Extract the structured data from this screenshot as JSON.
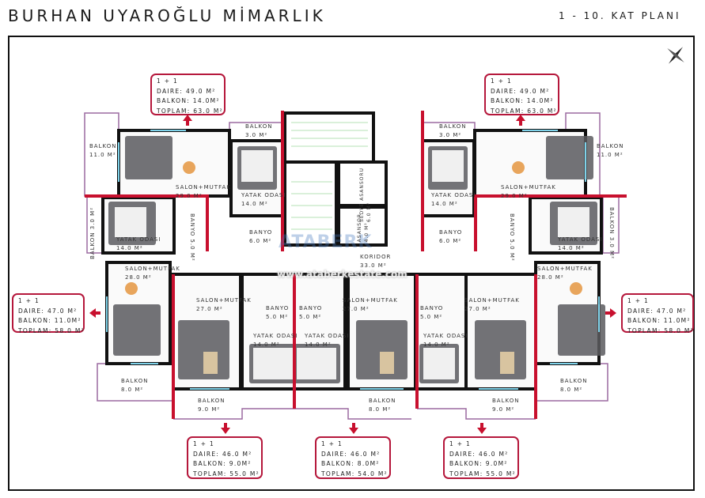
{
  "header": {
    "title": "BURHAN UYAROĞLU MİMARLIK",
    "plan_label": "1 - 10. KAT PLANI"
  },
  "watermark": {
    "brand": "ATABERK",
    "url": "www.ataberkestate.com"
  },
  "colors": {
    "accent": "#c8102e",
    "balcony_outline": "#9b6aa0",
    "wall": "#111111",
    "window": "#7fd3ea"
  },
  "units": [
    {
      "id": "top-left",
      "type": "1 + 1",
      "daire": "DAIRE: 49.0 M²",
      "balkon": "BALKON: 14.0M²",
      "toplam": "TOPLAM: 63.0 M²"
    },
    {
      "id": "top-right",
      "type": "1 + 1",
      "daire": "DAIRE: 49.0 M²",
      "balkon": "BALKON: 14.0M²",
      "toplam": "TOPLAM: 63.0 M²"
    },
    {
      "id": "left",
      "type": "1 + 1",
      "daire": "DAIRE: 47.0 M²",
      "balkon": "BALKON: 11.0M²",
      "toplam": "TOPLAM: 58.0 M²"
    },
    {
      "id": "right",
      "type": "1 + 1",
      "daire": "DAIRE: 47.0 M²",
      "balkon": "BALKON: 11.0M²",
      "toplam": "TOPLAM: 58.0 M²"
    },
    {
      "id": "bottom-left",
      "type": "1 + 1",
      "daire": "DAIRE: 46.0 M²",
      "balkon": "BALKON: 9.0M²",
      "toplam": "TOPLAM: 55.0 M²"
    },
    {
      "id": "bottom-center",
      "type": "1 + 1",
      "daire": "DAIRE: 46.0 M²",
      "balkon": "BALKON: 8.0M²",
      "toplam": "TOPLAM: 54.0 M²"
    },
    {
      "id": "bottom-right",
      "type": "1 + 1",
      "daire": "DAIRE: 46.0 M²",
      "balkon": "BALKON: 9.0M²",
      "toplam": "TOPLAM: 55.0 M²"
    }
  ],
  "rooms": [
    {
      "name": "BALKON",
      "area": "11.0 M²"
    },
    {
      "name": "SALON+MUTFAK",
      "area": "29.0 M²"
    },
    {
      "name": "BALKON",
      "area": "3.0 M²"
    },
    {
      "name": "YATAK ODASI",
      "area": "14.0 M²"
    },
    {
      "name": "BALKON",
      "area": "3.0 M²"
    },
    {
      "name": "YATAK ODASI",
      "area": "14.0 M²"
    },
    {
      "name": "BANYO",
      "area": "5.0 M²"
    },
    {
      "name": "BANYO",
      "area": "6.0 M²"
    },
    {
      "name": "SEDYE ASANSÖRÜ",
      "area": "6.0 M²"
    },
    {
      "name": "ASANSÖR",
      "area": "4.0 M²"
    },
    {
      "name": "KORIDOR",
      "area": "33.0 M²"
    },
    {
      "name": "BALKON",
      "area": "3.0 M²"
    },
    {
      "name": "YATAK ODASI",
      "area": "14.0 M²"
    },
    {
      "name": "SALON+MUTFAK",
      "area": "29.0 M²"
    },
    {
      "name": "BALKON",
      "area": "11.0 M²"
    },
    {
      "name": "BANYO",
      "area": "5.0 M²"
    },
    {
      "name": "YATAK ODASI",
      "area": "14.0 M²"
    },
    {
      "name": "BANYO",
      "area": "6.0 M²"
    },
    {
      "name": "BALKON",
      "area": "3.0 M²"
    },
    {
      "name": "SALON+MUTFAK",
      "area": "28.0 M²"
    },
    {
      "name": "BALKON",
      "area": "8.0 M²"
    },
    {
      "name": "SALON+MUTFAK",
      "area": "27.0 M²"
    },
    {
      "name": "BANYO",
      "area": "5.0 M²"
    },
    {
      "name": "BANYO",
      "area": "5.0 M²"
    },
    {
      "name": "YATAK ODASI",
      "area": "14.0 M²"
    },
    {
      "name": "YATAK ODASI",
      "area": "14.0 M²"
    },
    {
      "name": "BALKON",
      "area": "9.0 M²"
    },
    {
      "name": "SALON+MUTFAK",
      "area": "27.0 M²"
    },
    {
      "name": "BALKON",
      "area": "8.0 M²"
    },
    {
      "name": "BANYO",
      "area": "5.0 M²"
    },
    {
      "name": "YATAK ODASI",
      "area": "14.0 M²"
    },
    {
      "name": "SALON+MUTFAK",
      "area": "27.0 M²"
    },
    {
      "name": "BALKON",
      "area": "9.0 M²"
    },
    {
      "name": "SALON+MUTFAK",
      "area": "28.0 M²"
    },
    {
      "name": "BALKON",
      "area": "8.0 M²"
    }
  ]
}
